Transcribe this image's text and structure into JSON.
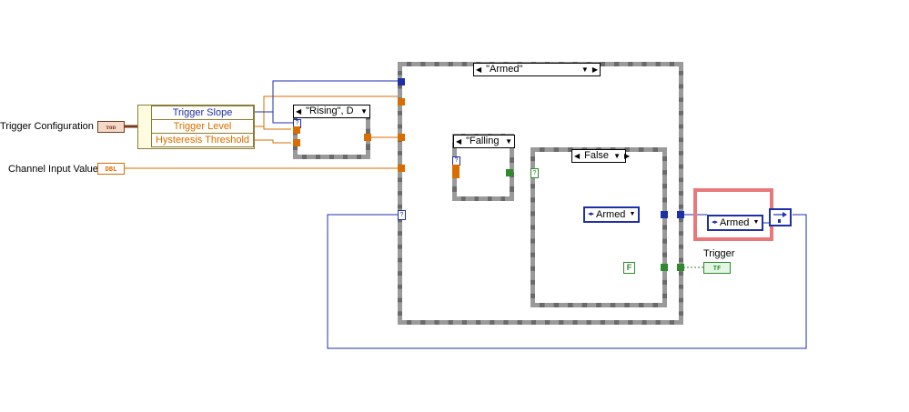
{
  "inputs": {
    "trigger_configuration": "Trigger Configuration",
    "channel_input_value": "Channel Input Value",
    "cluster_glyph": "ᴛᴏᴅ",
    "dbl_glyph": "DBL"
  },
  "unbundle": {
    "items": [
      "Trigger Slope",
      "Trigger Level",
      "Hysteresis Threshold"
    ]
  },
  "cases": {
    "outer_selector": "\"Armed\"",
    "rising_selector": "\"Rising\", D",
    "falling_selector": "\"Falling",
    "inner_selector": "False"
  },
  "constants": {
    "armed_inner": "Armed",
    "armed_highlighted": "Armed",
    "false_bool": "F"
  },
  "outputs": {
    "trigger_label": "Trigger",
    "tf_glyph": "TF"
  },
  "colors": {
    "enum_wire": "#1f2fa8",
    "dbl_wire": "#d96d00",
    "bool_wire": "#2f8a2f",
    "highlight": "#e8787a"
  }
}
